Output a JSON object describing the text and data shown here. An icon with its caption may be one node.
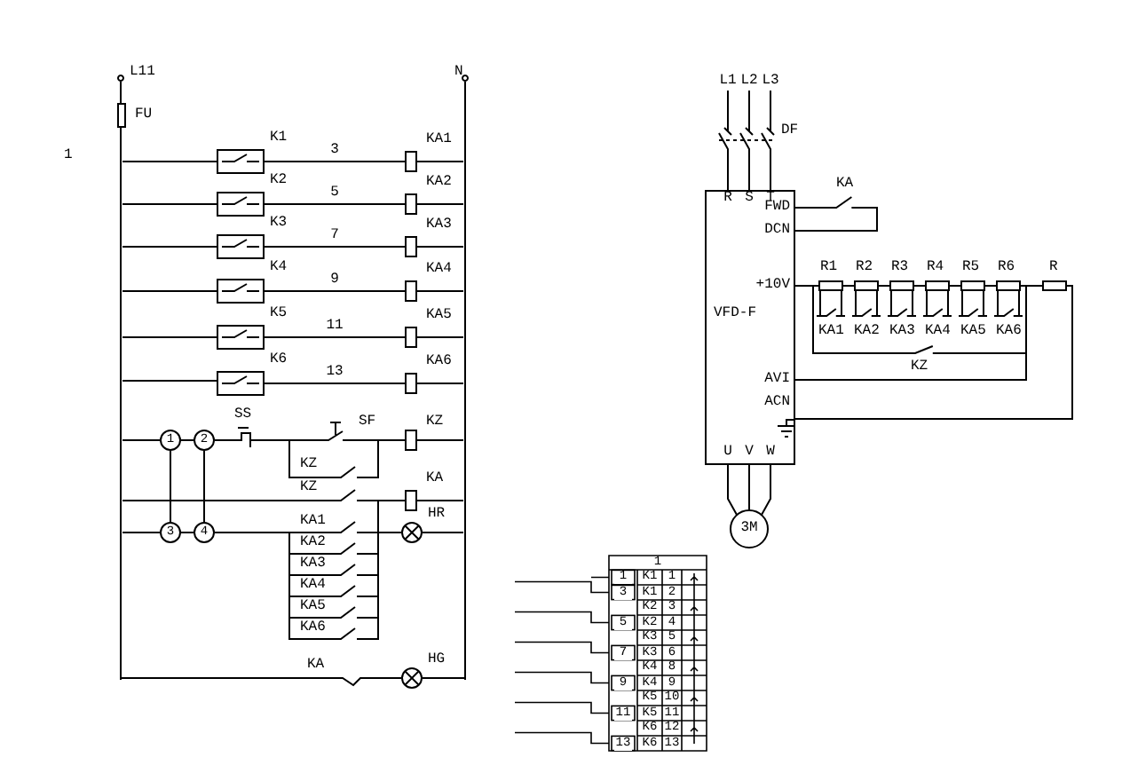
{
  "diagram": {
    "nodes": [
      {
        "text": [],
        "shape": "bar"
      },
      {
        "text": [],
        "shape": "bar"
      },
      {
        "text": [
          "K1"
        ]
      },
      {
        "text": [
          "KA1"
        ]
      },
      {
        "text": [
          "K2"
        ]
      },
      {
        "text": [
          "KA2"
        ]
      },
      {
        "text": [
          "K3"
        ]
      },
      {
        "text": [
          "KA3"
        ]
      },
      {
        "text": [
          "K4"
        ]
      },
      {
        "text": [
          "KA4"
        ]
      },
      {
        "text": [
          "K5"
        ]
      },
      {
        "text": [
          "KA5"
        ]
      },
      {
        "text": [
          "K6"
        ]
      },
      {
        "text": [
          "KA6"
        ]
      },
      {
        "text": [
          "1"
        ]
      },
      {
        "text": [
          "2"
        ]
      },
      {
        "text": [
          "3"
        ]
      },
      {
        "text": [
          "4"
        ]
      },
      {
        "text": [
          "SS"
        ]
      },
      {
        "text": [
          "SF"
        ]
      },
      {
        "text": [
          "KZ"
        ]
      },
      {
        "text": [
          "KZ"
        ]
      },
      {
        "text": [
          "KZ"
        ]
      },
      {
        "text": [
          "KA"
        ]
      },
      {
        "text": [
          "KA1"
        ]
      },
      {
        "text": [
          "KA2"
        ]
      },
      {
        "text": [
          "KA3"
        ]
      },
      {
        "text": [
          "KA4"
        ]
      },
      {
        "text": [
          "KA5"
        ]
      },
      {
        "text": [
          "KA6"
        ]
      },
      {
        "text": [
          "HR"
        ]
      },
      {
        "text": [
          "KA"
        ]
      },
      {
        "text": [
          "HG"
        ]
      },
      {
        "text": [
          "L1"
        ]
      },
      {
        "text": [
          "L2"
        ]
      },
      {
        "text": [
          "L3"
        ]
      },
      {
        "text": [
          "DF"
        ]
      },
      {
        "text": [
          "R",
          "S",
          "T",
          "FWD",
          "DCN",
          "+10V",
          "VFD-F",
          "AVI",
          "ACN",
          "U",
          "V",
          "W"
        ]
      },
      {
        "text": [
          "KA"
        ]
      },
      {
        "text": [
          "R1"
        ]
      },
      {
        "text": [
          "R2"
        ]
      },
      {
        "text": [
          "R3"
        ]
      },
      {
        "text": [
          "R4"
        ]
      },
      {
        "text": [
          "R5"
        ]
      },
      {
        "text": [
          "R6"
        ]
      },
      {
        "text": [
          "R"
        ]
      },
      {
        "text": [
          "KA1"
        ]
      },
      {
        "text": [
          "KA2"
        ]
      },
      {
        "text": [
          "KA3"
        ]
      },
      {
        "text": [
          "KA4"
        ]
      },
      {
        "text": [
          "KA5"
        ]
      },
      {
        "text": [
          "KA6"
        ]
      },
      {
        "text": [
          "KZ"
        ]
      },
      {
        "text": [
          "3M"
        ]
      }
    ],
    "edges": [
      {
        "from": 0,
        "to": 2,
        "arrow": "none"
      },
      {
        "from": 2,
        "to": 3,
        "label": "3",
        "arrow": "none"
      },
      {
        "from": 3,
        "to": 1,
        "arrow": "none"
      },
      {
        "from": 0,
        "to": 4,
        "arrow": "none"
      },
      {
        "from": 4,
        "to": 5,
        "label": "5",
        "arrow": "none"
      },
      {
        "from": 5,
        "to": 1,
        "arrow": "none"
      },
      {
        "from": 0,
        "to": 6,
        "arrow": "none"
      },
      {
        "from": 6,
        "to": 7,
        "label": "7",
        "arrow": "none"
      },
      {
        "from": 7,
        "to": 1,
        "arrow": "none"
      },
      {
        "from": 0,
        "to": 8,
        "arrow": "none"
      },
      {
        "from": 8,
        "to": 9,
        "label": "9",
        "arrow": "none"
      },
      {
        "from": 9,
        "to": 1,
        "arrow": "none"
      },
      {
        "from": 0,
        "to": 10,
        "arrow": "none"
      },
      {
        "from": 10,
        "to": 11,
        "label": "11",
        "arrow": "none"
      },
      {
        "from": 11,
        "to": 1,
        "arrow": "none"
      },
      {
        "from": 0,
        "to": 12,
        "arrow": "none"
      },
      {
        "from": 12,
        "to": 13,
        "label": "13",
        "arrow": "none"
      },
      {
        "from": 13,
        "to": 1,
        "arrow": "none"
      },
      {
        "from": 0,
        "to": 14,
        "arrow": "none"
      },
      {
        "from": 14,
        "to": 15,
        "arrow": "none"
      },
      {
        "from": 15,
        "to": 18,
        "arrow": "none"
      },
      {
        "from": 18,
        "to": 19,
        "arrow": "none"
      },
      {
        "from": 19,
        "to": 20,
        "arrow": "none"
      },
      {
        "from": 20,
        "to": 1,
        "arrow": "none"
      },
      {
        "from": 18,
        "to": 21,
        "arrow": "none"
      },
      {
        "from": 21,
        "to": 20,
        "arrow": "none"
      },
      {
        "from": 14,
        "to": 16,
        "arrow": "none"
      },
      {
        "from": 15,
        "to": 17,
        "arrow": "none"
      },
      {
        "from": 0,
        "to": 22,
        "arrow": "none"
      },
      {
        "from": 22,
        "to": 23,
        "arrow": "none"
      },
      {
        "from": 23,
        "to": 1,
        "arrow": "none"
      },
      {
        "from": 22,
        "to": 30,
        "arrow": "none"
      },
      {
        "from": 0,
        "to": 16,
        "arrow": "none"
      },
      {
        "from": 16,
        "to": 17,
        "arrow": "none"
      },
      {
        "from": 17,
        "to": 24,
        "arrow": "none"
      },
      {
        "from": 24,
        "to": 30,
        "arrow": "none"
      },
      {
        "from": 30,
        "to": 1,
        "arrow": "none"
      },
      {
        "from": 17,
        "to": 25,
        "arrow": "none"
      },
      {
        "from": 17,
        "to": 26,
        "arrow": "none"
      },
      {
        "from": 17,
        "to": 27,
        "arrow": "none"
      },
      {
        "from": 17,
        "to": 28,
        "arrow": "none"
      },
      {
        "from": 17,
        "to": 29,
        "arrow": "none"
      },
      {
        "from": 25,
        "to": 30,
        "arrow": "none"
      },
      {
        "from": 26,
        "to": 30,
        "arrow": "none"
      },
      {
        "from": 27,
        "to": 30,
        "arrow": "none"
      },
      {
        "from": 28,
        "to": 30,
        "arrow": "none"
      },
      {
        "from": 29,
        "to": 30,
        "arrow": "none"
      },
      {
        "from": 0,
        "to": 31,
        "arrow": "none"
      },
      {
        "from": 31,
        "to": 32,
        "arrow": "none"
      },
      {
        "from": 32,
        "to": 1,
        "arrow": "none"
      },
      {
        "from": 33,
        "to": 36,
        "arrow": "none"
      },
      {
        "from": 34,
        "to": 36,
        "arrow": "none"
      },
      {
        "from": 35,
        "to": 36,
        "arrow": "none"
      },
      {
        "from": 36,
        "to": 37,
        "arrow": "none"
      },
      {
        "from": 37,
        "to": 38,
        "arrow": "none"
      },
      {
        "from": 38,
        "to": 37,
        "arrow": "none"
      },
      {
        "from": 37,
        "to": 39,
        "arrow": "none"
      },
      {
        "from": 39,
        "to": 40,
        "arrow": "none"
      },
      {
        "from": 40,
        "to": 41,
        "arrow": "none"
      },
      {
        "from": 41,
        "to": 42,
        "arrow": "none"
      },
      {
        "from": 42,
        "to": 43,
        "arrow": "none"
      },
      {
        "from": 43,
        "to": 44,
        "arrow": "none"
      },
      {
        "from": 44,
        "to": 45,
        "arrow": "none"
      },
      {
        "from": 45,
        "to": 37,
        "arrow": "none"
      },
      {
        "from": 37,
        "to": 45,
        "arrow": "none"
      },
      {
        "from": 39,
        "to": 46,
        "arrow": "none"
      },
      {
        "from": 46,
        "to": 39,
        "arrow": "none"
      },
      {
        "from": 40,
        "to": 47,
        "arrow": "none"
      },
      {
        "from": 47,
        "to": 40,
        "arrow": "none"
      },
      {
        "from": 41,
        "to": 48,
        "arrow": "none"
      },
      {
        "from": 48,
        "to": 41,
        "arrow": "none"
      },
      {
        "from": 42,
        "to": 49,
        "arrow": "none"
      },
      {
        "from": 49,
        "to": 42,
        "arrow": "none"
      },
      {
        "from": 43,
        "to": 50,
        "arrow": "none"
      },
      {
        "from": 50,
        "to": 43,
        "arrow": "none"
      },
      {
        "from": 44,
        "to": 51,
        "arrow": "none"
      },
      {
        "from": 51,
        "to": 44,
        "arrow": "none"
      },
      {
        "from": 39,
        "to": 52,
        "arrow": "none"
      },
      {
        "from": 52,
        "to": 45,
        "arrow": "none"
      },
      {
        "from": 37,
        "to": 53,
        "arrow": "none"
      }
    ],
    "labels": [
      "L11",
      "FU",
      "1",
      "N",
      "1",
      "1",
      "K1",
      "1",
      "3",
      "K1",
      "2",
      "K2",
      "3",
      "5",
      "K2",
      "4",
      "K3",
      "5",
      "7",
      "K3",
      "6",
      "K4",
      "8",
      "9",
      "K4",
      "9",
      "K5",
      "10",
      "11",
      "K5",
      "11",
      "K6",
      "12",
      "13",
      "K6",
      "13"
    ]
  }
}
